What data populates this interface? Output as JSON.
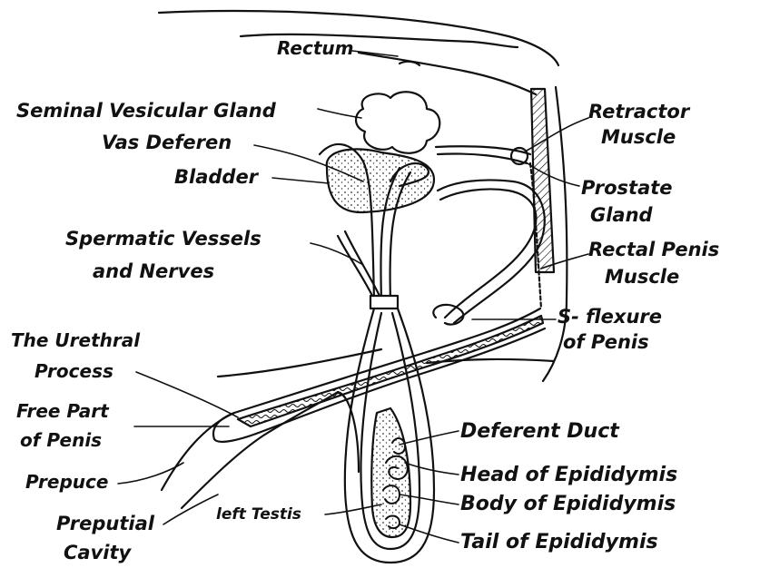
{
  "labels": {
    "rectum": "Rectum",
    "seminal_vesicular_gland": "Seminal Vesicular Gland",
    "vas_deferen": "Vas Deferen",
    "bladder": "Bladder",
    "spermatic_line1": "Spermatic Vessels",
    "spermatic_line2": "and Nerves",
    "urethral_line1": "The Urethral",
    "urethral_line2": "Process",
    "free_part_line1": "Free Part",
    "free_part_line2": "of Penis",
    "prepuce": "Prepuce",
    "preputial_line1": "Preputial",
    "preputial_line2": "Cavity",
    "left_testis": "left Testis",
    "retractor_line1": "Retractor",
    "retractor_line2": "Muscle",
    "prostate_line1": "Prostate",
    "prostate_line2": "Gland",
    "rectal_penis_line1": "Rectal Penis",
    "rectal_penis_line2": "Muscle",
    "s_flexure_line1": "S- flexure",
    "s_flexure_line2": "of Penis",
    "deferent_duct": "Deferent Duct",
    "head_epididymis": "Head of Epididymis",
    "body_epididymis": "Body of Epididymis",
    "tail_epididymis": "Tail of Epididymis"
  }
}
